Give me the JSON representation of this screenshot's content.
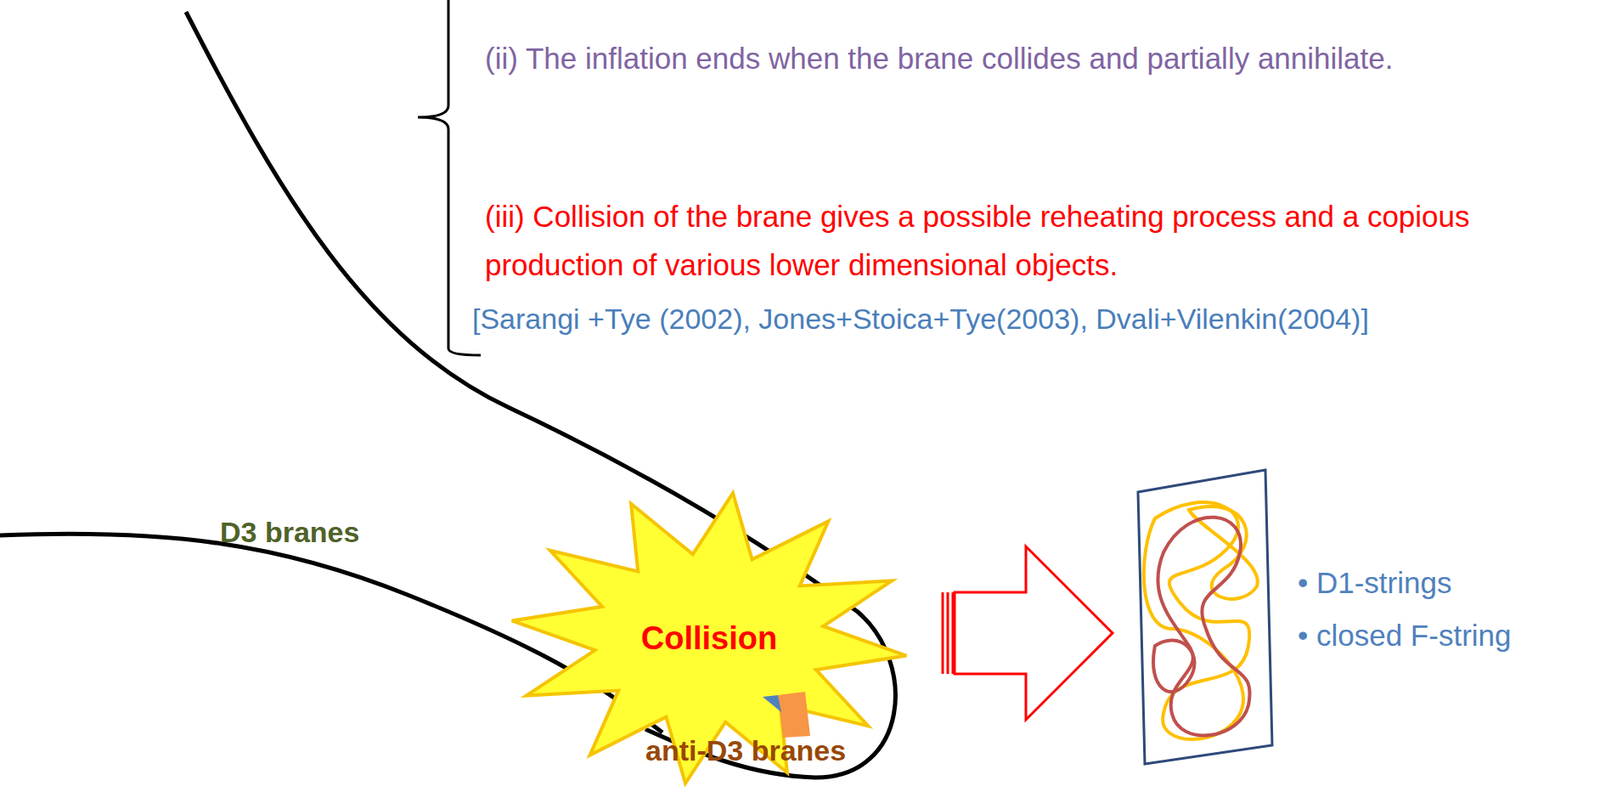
{
  "diagram": {
    "nodes": [
      {
        "text": [
          "Collision"
        ]
      }
    ],
    "labels": [
      "(ii) The inflation ends when the brane collides and partially annihilate.",
      "(iii) Collision of the brane gives a possible reheating process and a copious production of various lower dimensional objects.",
      "[Sarangi +Tye (2002), Jones+Stoica+Tye(2003), Dvali+Vilenkin(2004)]",
      "D3 branes",
      "anti-D3 branes",
      "• D1-strings",
      "• closed F-string"
    ]
  }
}
